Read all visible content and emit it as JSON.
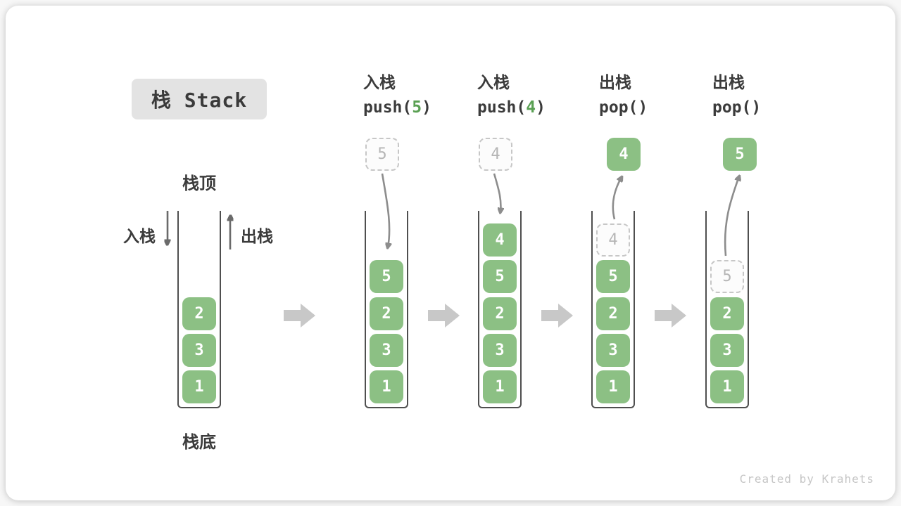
{
  "title": "栈 Stack",
  "labels": {
    "stack_top": "栈顶",
    "stack_bottom": "栈底",
    "push_side": "入栈",
    "pop_side": "出栈"
  },
  "watermark": "Created by Krahets",
  "colors": {
    "element_green": "#8cc084",
    "code_arg_green": "#5aa053",
    "flow_arrow_gray": "#c8c8c8",
    "motion_arrow_gray": "#8d8d8d",
    "container_stroke": "#4f4f4f",
    "ghost_border": "#c7c7c7",
    "title_chip_bg": "#e3e3e3",
    "text_dark": "#3b3b3b"
  },
  "stages": [
    {
      "name": "initial",
      "items": [
        {
          "value": "2"
        },
        {
          "value": "3"
        },
        {
          "value": "1"
        }
      ]
    },
    {
      "name": "push-5",
      "op_label": "入栈",
      "code_pre": "push(",
      "code_arg": "5",
      "code_post": ")",
      "floating": "5",
      "items": [
        {
          "value": "5"
        },
        {
          "value": "2"
        },
        {
          "value": "3"
        },
        {
          "value": "1"
        }
      ]
    },
    {
      "name": "push-4",
      "op_label": "入栈",
      "code_pre": "push(",
      "code_arg": "4",
      "code_post": ")",
      "floating": "4",
      "items": [
        {
          "value": "4"
        },
        {
          "value": "5"
        },
        {
          "value": "2"
        },
        {
          "value": "3"
        },
        {
          "value": "1"
        }
      ]
    },
    {
      "name": "pop-4",
      "op_label": "出栈",
      "code_pre": "pop(",
      "code_arg": "",
      "code_post": ")",
      "floating": "4",
      "items": [
        {
          "value": "4",
          "ghost": true
        },
        {
          "value": "5"
        },
        {
          "value": "2"
        },
        {
          "value": "3"
        },
        {
          "value": "1"
        }
      ]
    },
    {
      "name": "pop-5",
      "op_label": "出栈",
      "code_pre": "pop(",
      "code_arg": "",
      "code_post": ")",
      "floating": "5",
      "items": [
        {
          "value": "5",
          "ghost": true
        },
        {
          "value": "2"
        },
        {
          "value": "3"
        },
        {
          "value": "1"
        }
      ]
    }
  ]
}
